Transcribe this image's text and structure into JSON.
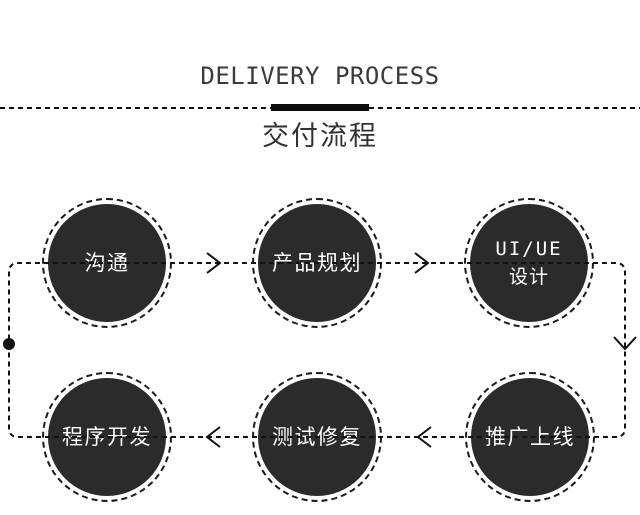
{
  "header": {
    "title": "DELIVERY PROCESS",
    "subtitle": "交付流程"
  },
  "colors": {
    "title_text": "#3a3a3a",
    "subtitle_text": "#333333",
    "line": "#111111",
    "accent_bar": "#0d0d0d",
    "node_fill": "#2b2b2b",
    "node_border": "#1b1b1b",
    "node_text": "#ffffff"
  },
  "diagram": {
    "flow_order": [
      "沟通",
      "产品规划",
      "UI/UE 设计",
      "推广上线",
      "测试修复",
      "程序开发"
    ],
    "nodes": [
      {
        "id": "communication",
        "label": "沟通"
      },
      {
        "id": "product-planning",
        "label": "产品规划"
      },
      {
        "id": "ui-ue-design",
        "label_line1": "UI/UE",
        "label_line2": "设计"
      },
      {
        "id": "promotion-launch",
        "label": "推广上线"
      },
      {
        "id": "testing-fixing",
        "label": "测试修复"
      },
      {
        "id": "development",
        "label": "程序开发"
      }
    ],
    "edges": [
      {
        "from": "communication",
        "to": "product-planning",
        "marker": "arrow-right"
      },
      {
        "from": "product-planning",
        "to": "ui-ue-design",
        "marker": "arrow-right"
      },
      {
        "from": "ui-ue-design",
        "to": "promotion-launch",
        "marker": "arrow-down"
      },
      {
        "from": "promotion-launch",
        "to": "testing-fixing",
        "marker": "arrow-left"
      },
      {
        "from": "testing-fixing",
        "to": "development",
        "marker": "arrow-left"
      },
      {
        "from": "development",
        "to": "communication",
        "marker": "dot"
      }
    ]
  }
}
